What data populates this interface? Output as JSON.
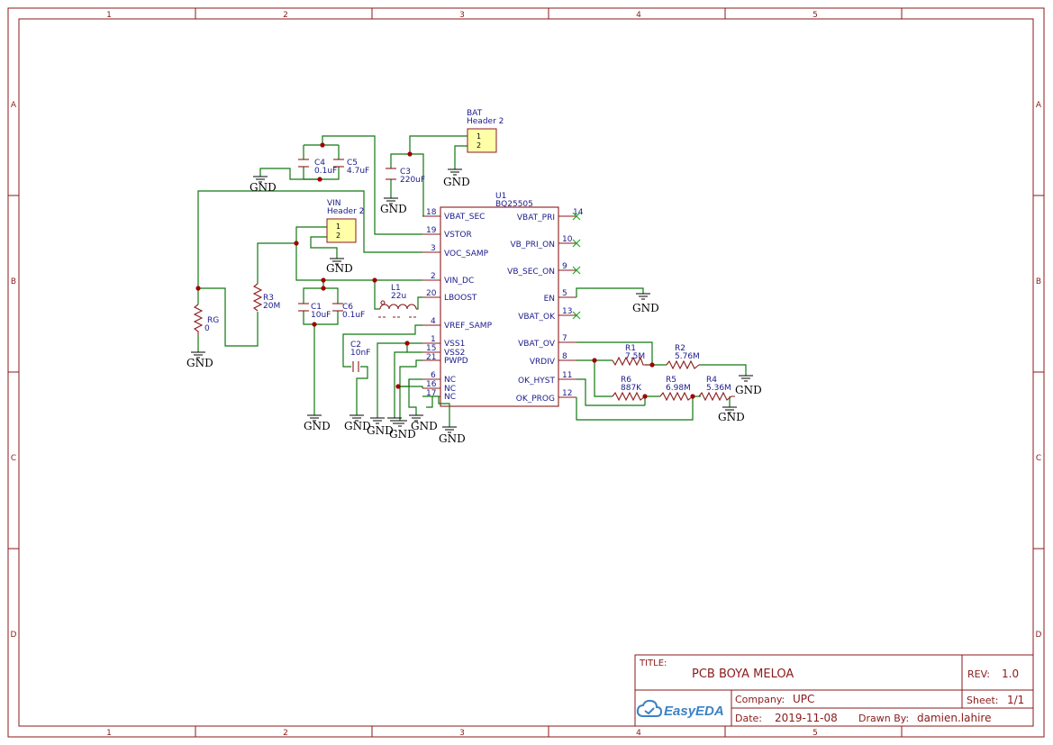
{
  "border": {
    "columns": [
      "1",
      "2",
      "3",
      "4",
      "5"
    ],
    "rows": [
      "A",
      "B",
      "C",
      "D"
    ]
  },
  "title_block": {
    "title_label": "TITLE:",
    "title": "PCB BOYA MELOA",
    "rev_label": "REV:",
    "rev": "1.0",
    "company_label": "Company:",
    "company": "UPC",
    "sheet_label": "Sheet:",
    "sheet": "1/1",
    "date_label": "Date:",
    "date": "2019-11-08",
    "drawn_by_label": "Drawn By:",
    "drawn_by": "damien.lahire",
    "logo_text": "EasyEDA"
  },
  "ic": {
    "ref": "U1",
    "part": "BQ25505",
    "left_pins": [
      {
        "num": "18",
        "name": "VBAT_SEC"
      },
      {
        "num": "19",
        "name": "VSTOR"
      },
      {
        "num": "3",
        "name": "VOC_SAMP"
      },
      {
        "num": "2",
        "name": "VIN_DC"
      },
      {
        "num": "20",
        "name": "LBOOST"
      },
      {
        "num": "4",
        "name": "VREF_SAMP"
      },
      {
        "num": "1",
        "name": "VSS1"
      },
      {
        "num": "15",
        "name": "VSS2"
      },
      {
        "num": "21",
        "name": "PWPD"
      },
      {
        "num": "6",
        "name": "NC"
      },
      {
        "num": "16",
        "name": "NC"
      },
      {
        "num": "17",
        "name": "NC"
      }
    ],
    "right_pins": [
      {
        "num": "14",
        "name": "VBAT_PRI"
      },
      {
        "num": "10",
        "name": "VB_PRI_ON"
      },
      {
        "num": "9",
        "name": "VB_SEC_ON"
      },
      {
        "num": "5",
        "name": "EN"
      },
      {
        "num": "13",
        "name": "VBAT_OK"
      },
      {
        "num": "7",
        "name": "VBAT_OV"
      },
      {
        "num": "8",
        "name": "VRDIV"
      },
      {
        "num": "11",
        "name": "OK_HYST"
      },
      {
        "num": "12",
        "name": "OK_PROG"
      }
    ]
  },
  "components": {
    "c4": {
      "ref": "C4",
      "value": "0.1uF"
    },
    "c5": {
      "ref": "C5",
      "value": "4.7uF"
    },
    "c3": {
      "ref": "C3",
      "value": "220uF"
    },
    "c1": {
      "ref": "C1",
      "value": "10uF"
    },
    "c6": {
      "ref": "C6",
      "value": "0.1uF"
    },
    "c2": {
      "ref": "C2",
      "value": "10nF"
    },
    "l1": {
      "ref": "L1",
      "value": "22u"
    },
    "r3": {
      "ref": "R3",
      "value": "20M"
    },
    "rg": {
      "ref": "RG",
      "value": "0"
    },
    "r1": {
      "ref": "R1",
      "value": "7.5M"
    },
    "r2": {
      "ref": "R2",
      "value": "5.76M"
    },
    "r6": {
      "ref": "R6",
      "value": "887K"
    },
    "r5": {
      "ref": "R5",
      "value": "6.98M"
    },
    "r4": {
      "ref": "R4",
      "value": "5.36M"
    },
    "bat": {
      "ref": "BAT",
      "value": "Header 2"
    },
    "vin": {
      "ref": "VIN",
      "value": "Header 2"
    }
  },
  "header_pins": [
    "1",
    "2"
  ],
  "gnd_label": "GND",
  "colors": {
    "frame": "#8b1a1a",
    "wire": "#117711",
    "label": "#1a1a8b",
    "junction": "#a00000",
    "header_fill": "#ffffa8"
  }
}
